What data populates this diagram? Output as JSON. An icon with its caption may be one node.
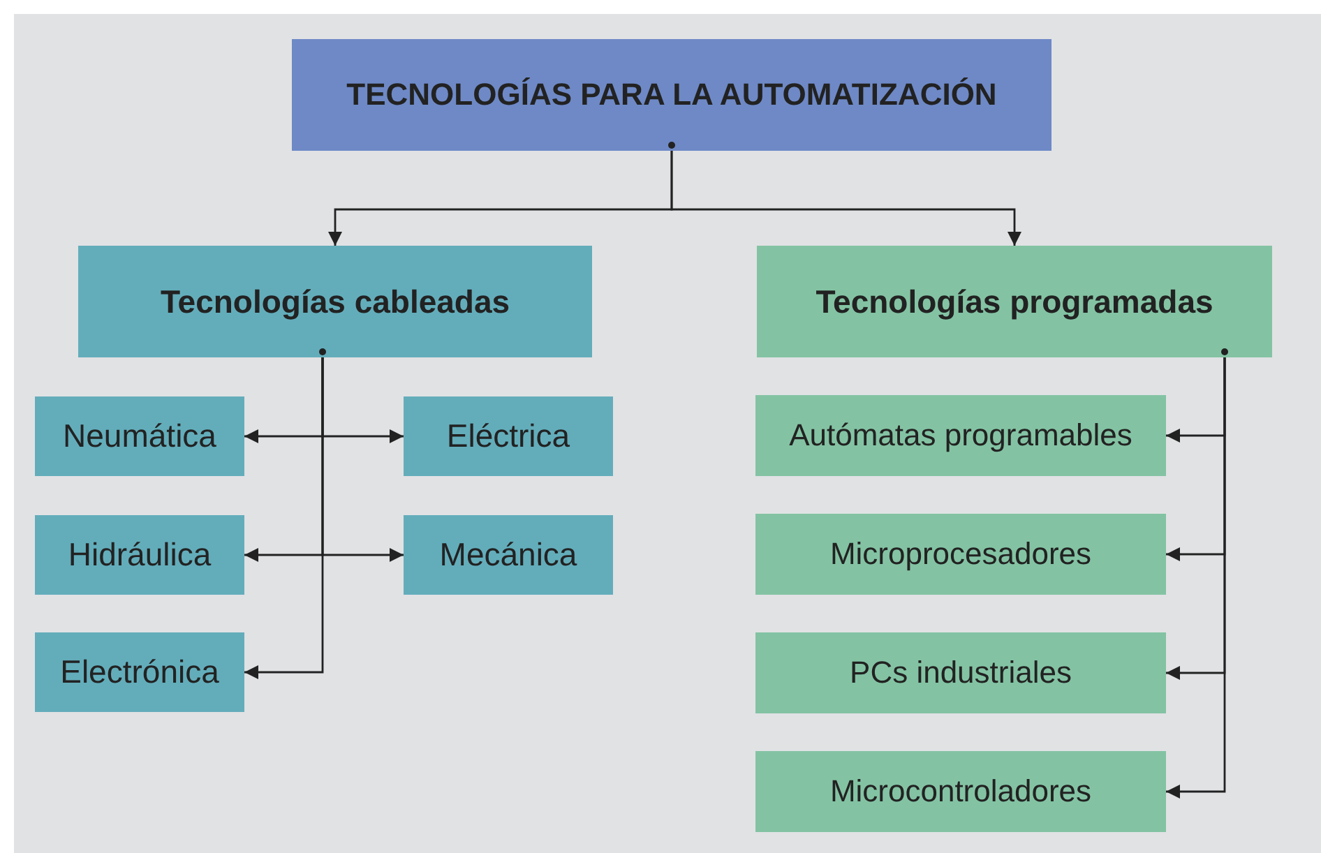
{
  "diagram": {
    "nodes": [
      {
        "text": [
          "TECNOLOGÍAS PARA LA AUTOMATIZACIÓN"
        ]
      },
      {
        "text": [
          "Tecnologías cableadas"
        ]
      },
      {
        "text": [
          "Tecnologías programadas"
        ]
      },
      {
        "text": [
          "Neumática"
        ]
      },
      {
        "text": [
          "Eléctrica"
        ]
      },
      {
        "text": [
          "Hidráulica"
        ]
      },
      {
        "text": [
          "Mecánica"
        ]
      },
      {
        "text": [
          "Electrónica"
        ]
      },
      {
        "text": [
          "Autómatas programables"
        ]
      },
      {
        "text": [
          "Microprocesadores"
        ]
      },
      {
        "text": [
          "PCs industriales"
        ]
      },
      {
        "text": [
          "Microcontroladores"
        ]
      }
    ],
    "edges": [
      {
        "from": 0,
        "to": 1,
        "arrow": "to"
      },
      {
        "from": 0,
        "to": 2,
        "arrow": "to"
      },
      {
        "from": 1,
        "to": 3,
        "arrow": "to"
      },
      {
        "from": 1,
        "to": 4,
        "arrow": "to"
      },
      {
        "from": 1,
        "to": 5,
        "arrow": "to"
      },
      {
        "from": 1,
        "to": 6,
        "arrow": "to"
      },
      {
        "from": 1,
        "to": 7,
        "arrow": "to"
      },
      {
        "from": 2,
        "to": 8,
        "arrow": "to"
      },
      {
        "from": 2,
        "to": 9,
        "arrow": "to"
      },
      {
        "from": 2,
        "to": 10,
        "arrow": "to"
      },
      {
        "from": 2,
        "to": 11,
        "arrow": "to"
      }
    ]
  }
}
